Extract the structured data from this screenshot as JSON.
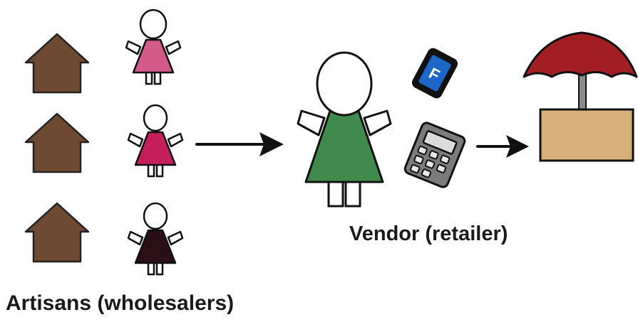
{
  "labels": {
    "artisans": "Artisans (wholesalers)",
    "vendor": "Vendor (retailer)"
  },
  "phone_screen_letter": "F",
  "colors": {
    "house": "#6e4a32",
    "dress_pink": "#d45a8a",
    "dress_crimson": "#c41f5a",
    "dress_dark": "#2a0f17",
    "dress_green": "#3f8a4c",
    "umbrella": "#a11f22",
    "stall": "#d8b07a",
    "phone_screen": "#1d67c8",
    "calculator": "#7b7b7b",
    "outline": "#111111"
  },
  "icons": [
    "house-icon",
    "person-icon",
    "arrow-icon",
    "phone-icon",
    "calculator-icon",
    "market-stall-icon"
  ]
}
